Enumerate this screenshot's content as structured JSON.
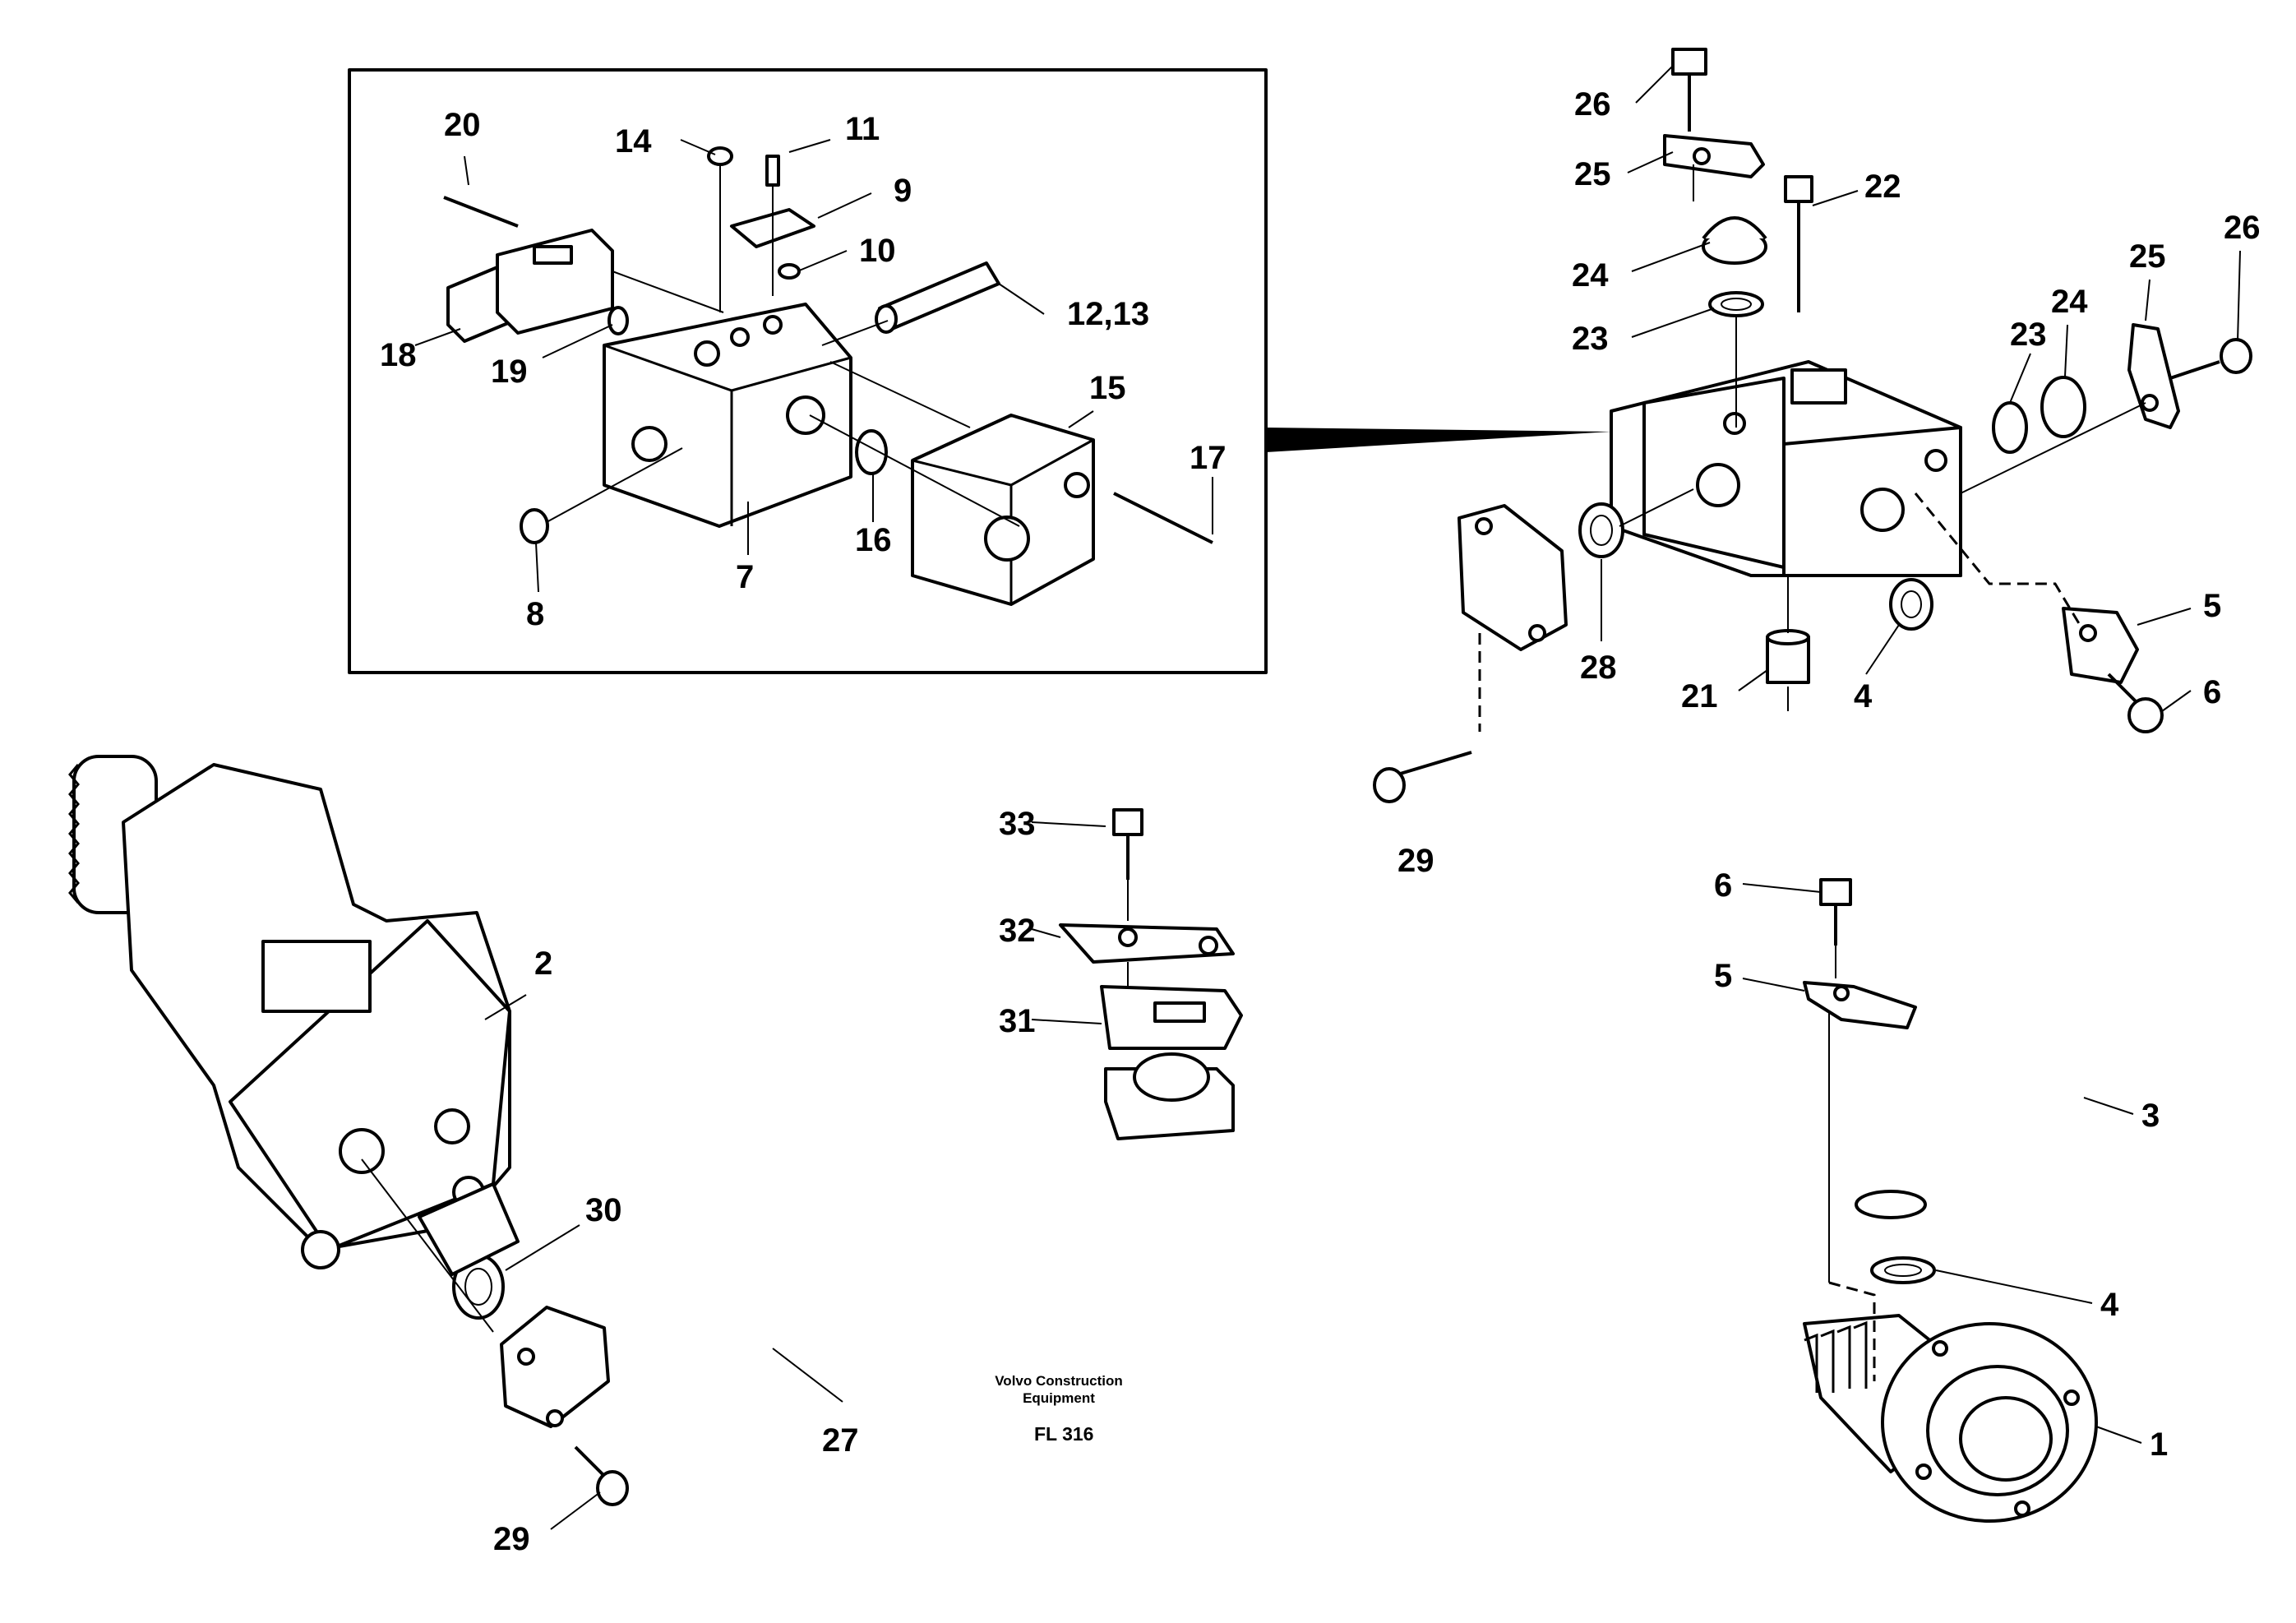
{
  "callouts": {
    "c1": "1",
    "c2": "2",
    "c3": "3",
    "c4a": "4",
    "c4b": "4",
    "c5a": "5",
    "c5b": "5",
    "c6a": "6",
    "c6b": "6",
    "c7": "7",
    "c8": "8",
    "c9": "9",
    "c10": "10",
    "c11": "11",
    "c12_13": "12,13",
    "c14": "14",
    "c15": "15",
    "c16": "16",
    "c17": "17",
    "c18": "18",
    "c19": "19",
    "c20": "20",
    "c21": "21",
    "c22": "22",
    "c23a": "23",
    "c23b": "23",
    "c24a": "24",
    "c24b": "24",
    "c25a": "25",
    "c25b": "25",
    "c26a": "26",
    "c26b": "26",
    "c27": "27",
    "c28": "28",
    "c29a": "29",
    "c29b": "29",
    "c30": "30",
    "c31": "31",
    "c32": "32",
    "c33": "33"
  },
  "caption": {
    "line1": "Volvo Construction",
    "line2": "Equipment",
    "code": "FL 316"
  }
}
